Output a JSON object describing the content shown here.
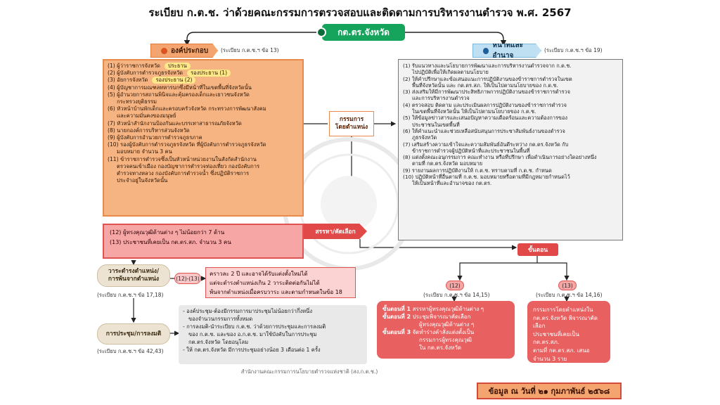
{
  "title": "ระเบียบ ก.ต.ช. ว่าด้วยคณะกรรมการตรวจสอบและติดตามการบริหารงานตำรวจ พ.ศ. 2567",
  "center": {
    "label": "กต.ตร.จังหวัด"
  },
  "composition": {
    "tag": "องค์ประกอบ",
    "ref": "(ระเบียบ ก.ต.ช.ฯ ข้อ 13)",
    "members": [
      {
        "no": "(1)",
        "text": "ผู้ว่าราชการจังหวัด",
        "role": "ประธาน"
      },
      {
        "no": "(2)",
        "text": "ผู้บังคับการตำรวจภูธรจังหวัด",
        "role": "รองประธาน (1)"
      },
      {
        "no": "(3)",
        "text": "อัยการจังหวัด",
        "role": "รองประธาน (2)"
      },
      {
        "no": "(4)",
        "text": "ผู้บัญชาการมณฑลทหารบกซึ่งมีหน้าที่ในเขตพื้นที่จังหวัดนั้น"
      },
      {
        "no": "(5)",
        "text": "ผู้อำนวยการสถานพินิจและคุ้มครองเด็กและเยาวชนจังหวัด",
        "text2": "กระทรวงยุติธรรม"
      },
      {
        "no": "(6)",
        "text": "หัวหน้าบ้านพักเด็กและครอบครัวจังหวัด กระทรวงการพัฒนาสังคม",
        "text2": "และความมั่นคงของมนุษย์"
      },
      {
        "no": "(7)",
        "text": "หัวหน้าสำนักงานป้องกันและบรรเทาสาธารณภัยจังหวัด"
      },
      {
        "no": "(8)",
        "text": "นายกองค์การบริหารส่วนจังหวัด"
      },
      {
        "no": "(9)",
        "text": "ผู้บังคับการอำนวยการตำรวจภูธรภาค"
      },
      {
        "no": "(10)",
        "text": "รองผู้บังคับการตำรวจภูธรจังหวัด ที่ผู้บังคับการตำรวจภูธรจังหวัด",
        "text2": "มอบหมาย จำนวน 3 คน"
      },
      {
        "no": "(11)",
        "text": "ข้าราชการตำรวจซึ่งเป็นหัวหน้าหน่วยงานในสังกัดสำนักงาน",
        "text2": "ตรวจคนเข้าเมือง กองบัญชาการตำรวจท่องเที่ยว กองบังคับการ",
        "text3": "ตำรวจทางหลวง กองบังคับการตำรวจน้ำ ซึ่งปฏิบัติราชการ",
        "text4": "ประจำอยู่ในจังหวัดนั้น"
      }
    ],
    "selected": [
      {
        "no": "(12)",
        "text": "ผู้ทรงคุณวุฒิด้านต่าง ๆ ไม่น้อยกว่า 7 ด้าน"
      },
      {
        "no": "(13)",
        "text": "ประชาชนที่เคยเป็น กต.ตร.สภ. จำนวน 3 คน"
      }
    ],
    "role_box": "กรรมการ\nโดยตำแหน่ง",
    "select_tag": "สรรหา/คัดเลือก"
  },
  "duties": {
    "tag": "หน้าที่และอำนาจ",
    "ref": "(ระเบียบ ก.ต.ช.ฯ ข้อ 19)",
    "items": [
      {
        "no": "(1)",
        "text": "รับแนวทางและนโยบายการพัฒนาและการบริหารงานตำรวจจาก ก.ต.ช.",
        "text2": "ไปปฏิบัติเพื่อให้เกิดผลตามนโยบาย"
      },
      {
        "no": "(2)",
        "text": "ให้คำปรึกษาและข้อเสนอแนะการปฏิบัติงานของข้าราชการตำรวจในเขต",
        "text2": "พื้นที่จังหวัดนั้น และ กต.ตร.สภ. ให้เป็นไปตามนโยบายของ ก.ต.ช."
      },
      {
        "no": "(3)",
        "text": "ส่งเสริมให้มีการพัฒนาประสิทธิภาพการปฏิบัติงานของข้าราชการตำรวจ",
        "text2": "และการบริหารงานตำรวจ"
      },
      {
        "no": "(4)",
        "text": "ตรวจสอบ ติดตาม และประเมินผลการปฏิบัติงานของข้าราชการตำรวจ",
        "text2": "ในเขตพื้นที่จังหวัดนั้น ให้เป็นไปตามนโยบายของ ก.ต.ช."
      },
      {
        "no": "(5)",
        "text": "ให้ข้อมูลข่าวสารและเสนอปัญหาความเดือดร้อนและความต้องการของ",
        "text2": "ประชาชนในเขตพื้นที่"
      },
      {
        "no": "(6)",
        "text": "ให้คำแนะนำและช่วยเหลือสนับสนุนการประชาสัมพันธ์งานของตำรวจ",
        "text2": "ภูธรจังหวัด"
      },
      {
        "no": "(7)",
        "text": "เสริมสร้างความเข้าใจและความสัมพันธ์อันดีระหว่าง กต.ตร.จังหวัด กับ",
        "text2": "ข้าราชการตำรวจผู้ปฏิบัติหน้าที่และประชาชนในพื้นที่"
      },
      {
        "no": "(8)",
        "text": "แต่งตั้งคณะอนุกรรมการ คณะทำงาน หรือที่ปรึกษา เพื่อดำเนินการอย่างใดอย่างหนึ่ง",
        "text2": "ตามที่ กต.ตร.จังหวัด มอบหมาย"
      },
      {
        "no": "(9)",
        "text": "รายงานผลการปฏิบัติงานให้ ก.ต.ช. ทราบตามที่ ก.ต.ช. กำหนด"
      },
      {
        "no": "(10)",
        "text": "ปฏิบัติหน้าที่อื่นตามที่ ก.ต.ช. มอบหมายหรือตามที่มีกฎหมายกำหนดไว้",
        "text2": "ให้เป็นหน้าที่และอำนาจของ กต.ตร."
      }
    ]
  },
  "procedure": {
    "tag": "ขั้นตอน",
    "branch12": {
      "label": "(12)",
      "ref": "(ระเบียบ ก.ต.ช.ฯ ข้อ 14,15)"
    },
    "branch13": {
      "label": "(13)",
      "ref": "(ระเบียบ ก.ต.ช.ฯ ข้อ 14,16)"
    },
    "steps": [
      {
        "head": "ขั้นตอนที่ 1",
        "text": "สรรหาผู้ทรงคุณวุฒิด้านต่าง ๆ"
      },
      {
        "head": "ขั้นตอนที่ 2",
        "text": "ประชุมพิจารณาคัดเลือก",
        "text2": "ผู้ทรงคุณวุฒิด้านต่าง ๆ"
      },
      {
        "head": "ขั้นตอนที่ 3",
        "text": "จัดทำร่างคำสั่งแต่งตั้งเป็น",
        "text2": "กรรมการผู้ทรงคุณวุฒิ",
        "text3": "ใน กต.ตร.จังหวัด"
      }
    ],
    "branch13_lines": [
      "กรรมการโดยตำแหน่งใน",
      "กต.ตร.จังหวัด พิจารณาคัดเลือก",
      "ประชาชนที่เคยเป็น กต.ตร.สภ.",
      "ตามที่ กต.ตร.สภ. เสนอ",
      "จำนวน 3 ราย"
    ]
  },
  "term": {
    "label": "วาระดำรงตำแหน่ง/\nการพ้นจากตำแหน่ง",
    "ref": "(ระเบียบ ก.ต.ช.ฯ ข้อ 17,18)",
    "pill": "(12)-(13)",
    "lines": [
      "คราวละ 2 ปี และอาจได้รับแต่งตั้งใหม่ได้",
      "แต่จะดำรงตำแหน่งเกิน 2 วาระติดต่อกันไม่ได้",
      "พ้นจากตำแหน่งเมื่อครบวาระ และตามกำหนดในข้อ 18"
    ]
  },
  "meeting": {
    "label": "การประชุม/การลงมติ",
    "ref": "(ระเบียบ ก.ต.ช.ฯ ข้อ 42,43)",
    "lines": [
      "- องค์ประชุม-ต้องมีกรรมการมาประชุมไม่น้อยกว่ากึ่งหนึ่ง",
      "  ของจำนวนกรรมการทั้งหมด",
      "- การลงมติ-นำระเบียบ ก.ต.ช. ว่าด้วยการประชุมและการลงมติ",
      "  ของ ก.ต.ช. และของ อ.ก.ต.ช. มาใช้บังคับในการประชุม",
      "  กต.ตร.จังหวัด โดยอนุโลม",
      "- ให้ กต.ตร.จังหวัด มีการประชุมอย่างน้อย 3 เดือนต่อ 1 ครั้ง"
    ]
  },
  "footer": {
    "office": "สำนักงานคณะกรรมการนโยบายตำรวจแห่งชาติ (สง.ก.ต.ช.)",
    "date": "ข้อมูล ณ วันที่ ๒๑ กุมภาพันธ์ ๒๕๖๘"
  },
  "colors": {
    "green": "#16a35b",
    "orange": "#f7b483",
    "red": "#e14848",
    "blue_tag": "#bfe0f2",
    "grey_box": "#f2f2f2"
  }
}
